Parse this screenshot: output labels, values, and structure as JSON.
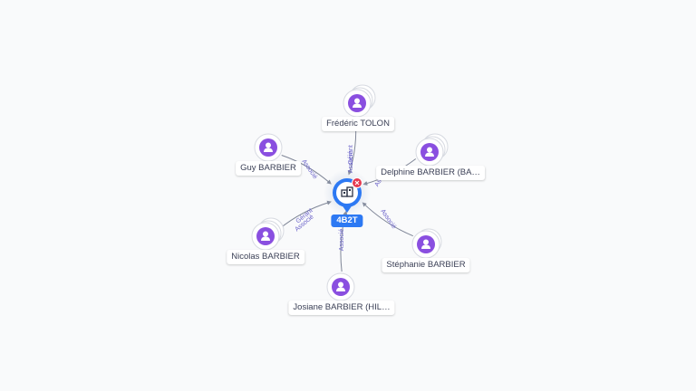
{
  "center": {
    "label": "4B2T",
    "icon": "building-icon",
    "badge_icon": "close-icon"
  },
  "colors": {
    "accent": "#2d79f3",
    "person": "#8a4fe0",
    "edge": "#7e8596",
    "edge_label": "#6b63c9",
    "badge": "#e53950"
  },
  "people": [
    {
      "id": "frederic-tolon",
      "name": "Frédéric TOLON",
      "roles": [
        "Gérant",
        "Associé"
      ],
      "stack": 3
    },
    {
      "id": "guy-barbier",
      "name": "Guy BARBIER",
      "roles": [
        "Associé"
      ],
      "stack": 1
    },
    {
      "id": "delphine-barbier",
      "name": "Delphine BARBIER (BA…",
      "roles": [
        "Associé"
      ],
      "stack": 3
    },
    {
      "id": "nicolas-barbier",
      "name": "Nicolas BARBIER",
      "roles": [
        "Gérant",
        "Associé"
      ],
      "stack": 3
    },
    {
      "id": "stephanie-barbier",
      "name": "Stéphanie BARBIER",
      "roles": [
        "Associé"
      ],
      "stack": 2
    },
    {
      "id": "josiane-barbier",
      "name": "Josiane BARBIER (HIL…",
      "roles": [
        "Associé"
      ],
      "stack": 1
    }
  ]
}
